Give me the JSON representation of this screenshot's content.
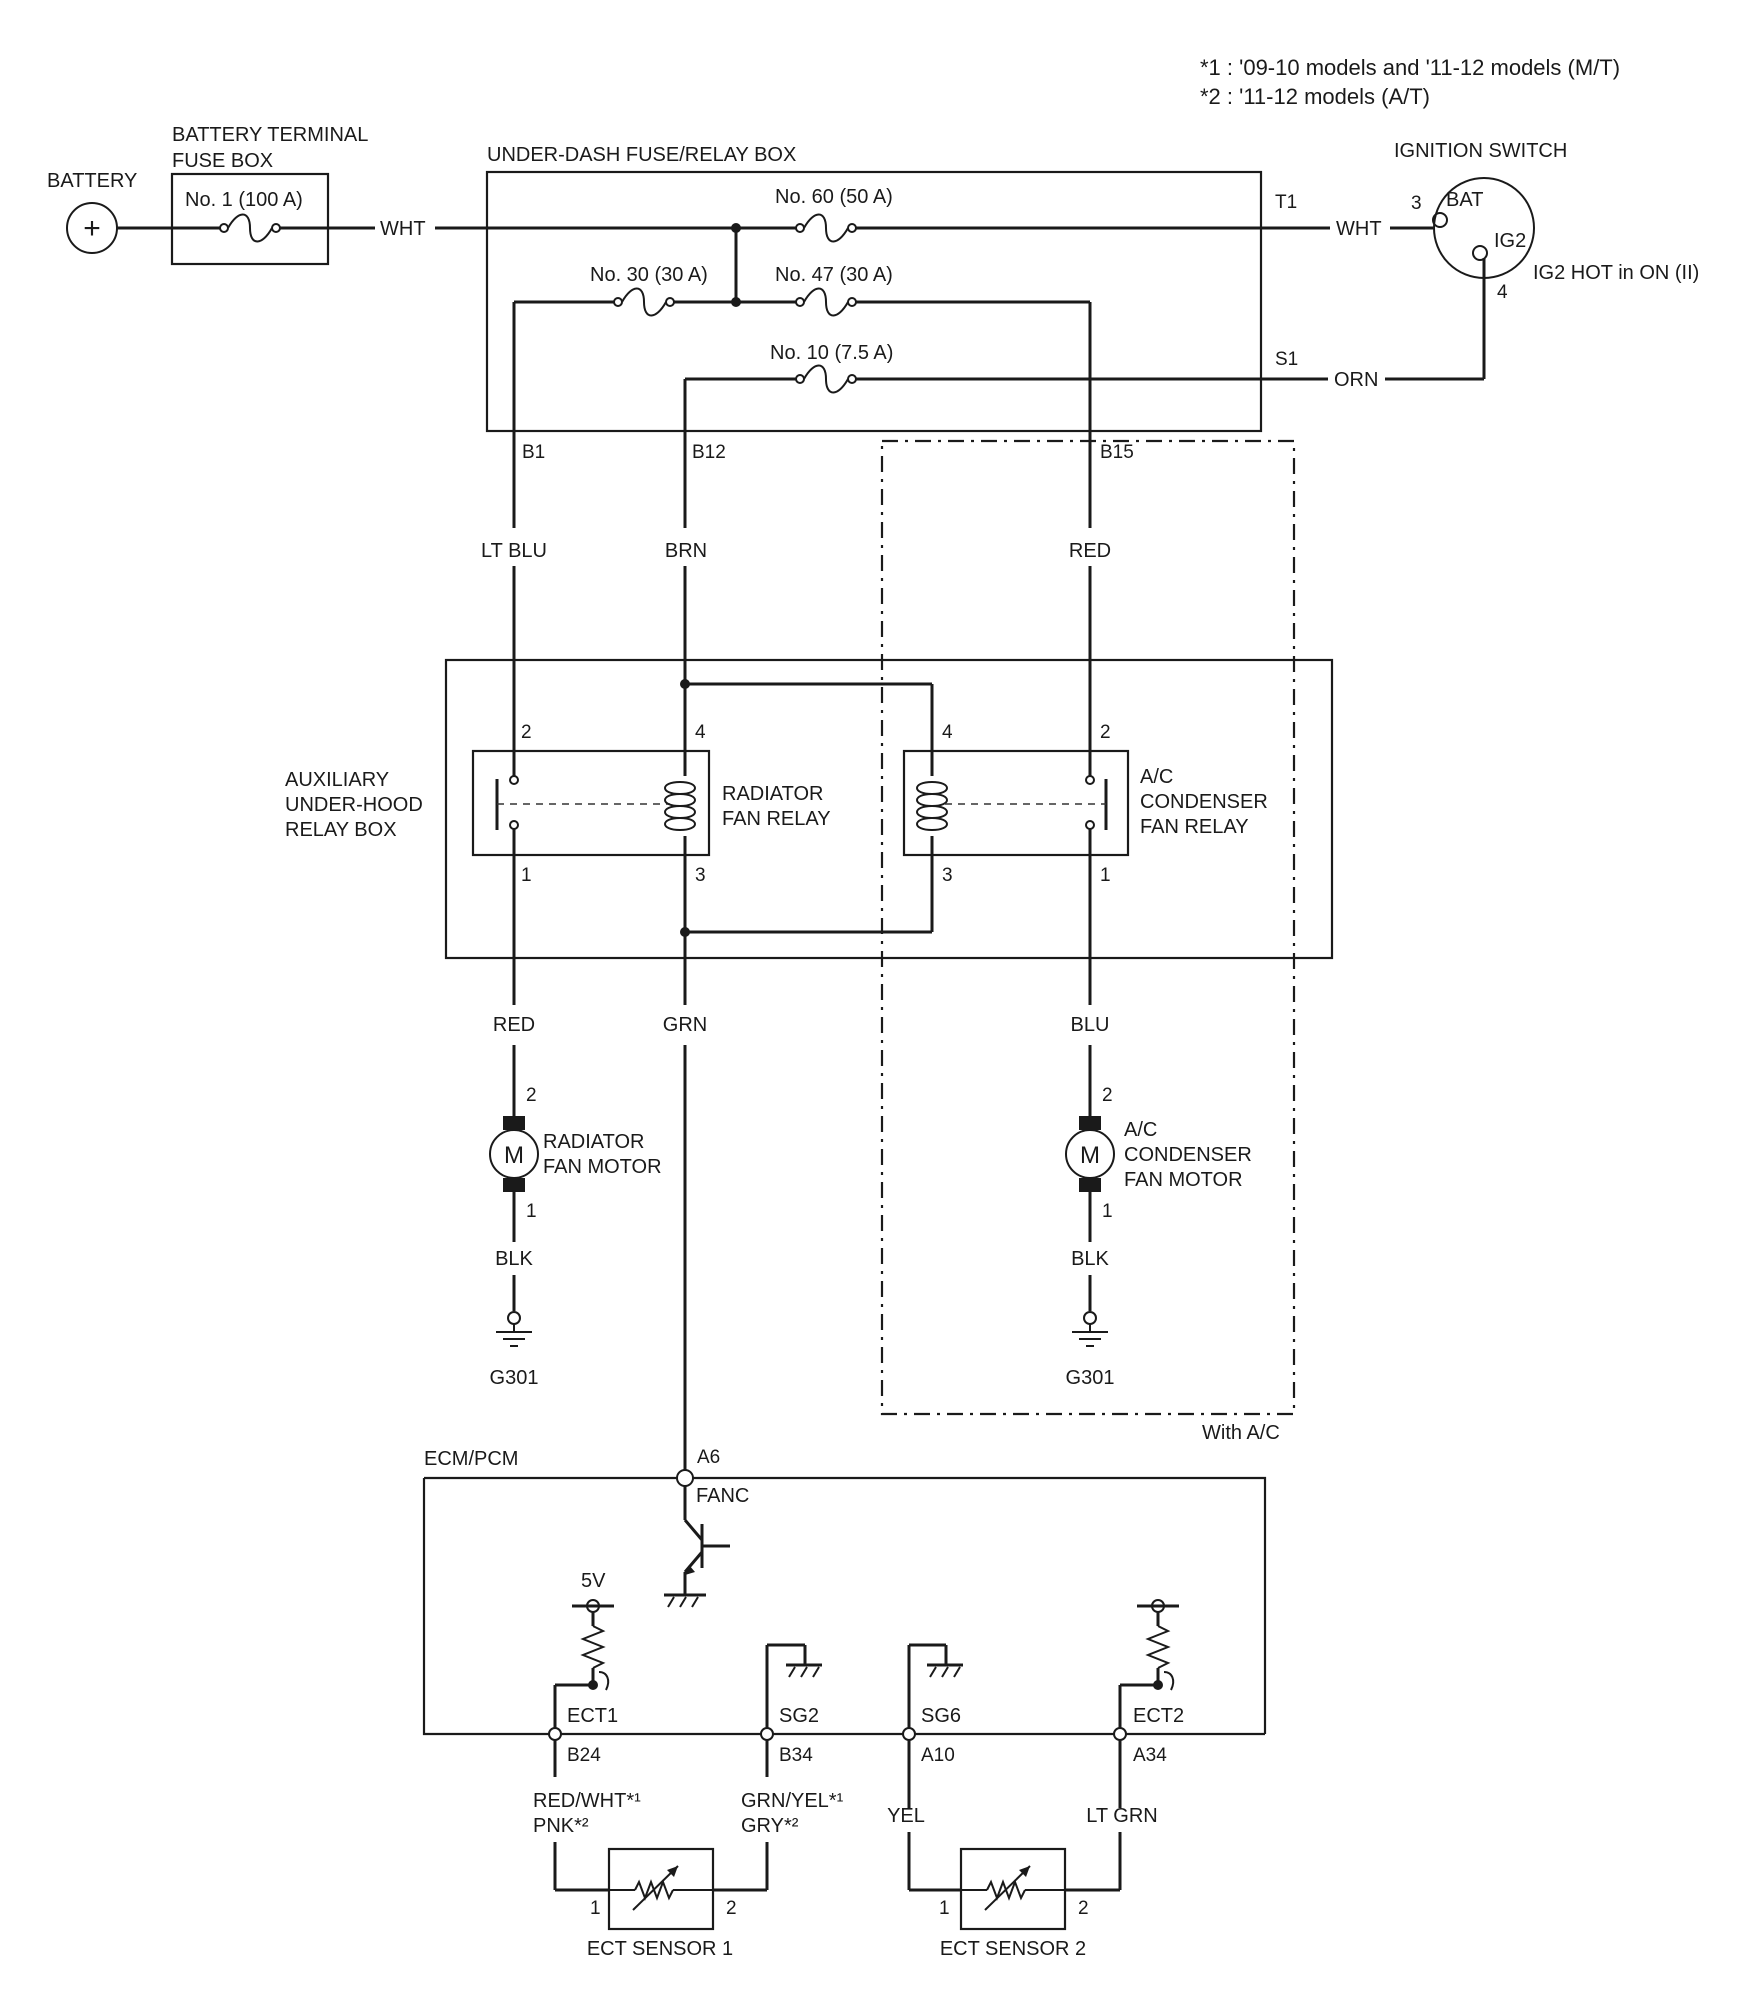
{
  "notes": [
    "*1 : '09-10 models and '11-12 models (M/T)",
    "*2 : '11-12 models (A/T)"
  ],
  "battery": {
    "label": "BATTERY",
    "symbol": "+"
  },
  "battery_fuse_box": {
    "label_line1": "BATTERY TERMINAL",
    "label_line2": "FUSE BOX",
    "fuse": "No. 1 (100 A)"
  },
  "under_dash": {
    "label": "UNDER-DASH FUSE/RELAY BOX",
    "fuse60": "No. 60 (50 A)",
    "fuse30": "No. 30 (30 A)",
    "fuse47": "No. 47 (30 A)",
    "fuse10": "No. 10 (7.5 A)",
    "t1": "T1",
    "s1": "S1",
    "b1": "B1",
    "b12": "B12",
    "b15": "B15"
  },
  "ignition": {
    "label": "IGNITION SWITCH",
    "bat": "BAT",
    "ig2": "IG2",
    "pin3": "3",
    "pin4": "4",
    "hot": "IG2 HOT in ON (II)"
  },
  "wires": {
    "wht1": "WHT",
    "wht2": "WHT",
    "orn": "ORN",
    "lt_blu": "LT BLU",
    "brn": "BRN",
    "red_top": "RED",
    "red_mid": "RED",
    "grn": "GRN",
    "blu": "BLU",
    "blk_left": "BLK",
    "blk_right": "BLK",
    "red_wht": "RED/WHT*¹",
    "pnk": "PNK*²",
    "grn_yel": "GRN/YEL*¹",
    "gry": "GRY*²",
    "yel": "YEL",
    "lt_grn": "LT GRN"
  },
  "relay_box": {
    "label_line1": "AUXILIARY",
    "label_line2": "UNDER-HOOD",
    "label_line3": "RELAY BOX",
    "rad_relay_line1": "RADIATOR",
    "rad_relay_line2": "FAN RELAY",
    "ac_relay_line1": "A/C",
    "ac_relay_line2": "CONDENSER",
    "ac_relay_line3": "FAN RELAY",
    "pins": {
      "l2": "2",
      "l4": "4",
      "l1": "1",
      "l3": "3",
      "r4": "4",
      "r2": "2",
      "r3": "3",
      "r1": "1"
    }
  },
  "rad_motor": {
    "line1": "RADIATOR",
    "line2": "FAN MOTOR",
    "symbol": "M",
    "pin2": "2",
    "pin1": "1",
    "ground": "G301"
  },
  "ac_motor": {
    "line1": "A/C",
    "line2": "CONDENSER",
    "line3": "FAN MOTOR",
    "symbol": "M",
    "pin2": "2",
    "pin1": "1",
    "ground": "G301"
  },
  "with_ac": "With A/C",
  "ecm": {
    "label": "ECM/PCM",
    "a6": "A6",
    "fanc": "FANC",
    "v5": "5V",
    "ect1": "ECT1",
    "sg2": "SG2",
    "sg6": "SG6",
    "ect2": "ECT2",
    "b24": "B24",
    "b34": "B34",
    "a10": "A10",
    "a34": "A34"
  },
  "sensor1": {
    "label": "ECT SENSOR 1",
    "pin1": "1",
    "pin2": "2"
  },
  "sensor2": {
    "label": "ECT SENSOR 2",
    "pin1": "1",
    "pin2": "2"
  }
}
